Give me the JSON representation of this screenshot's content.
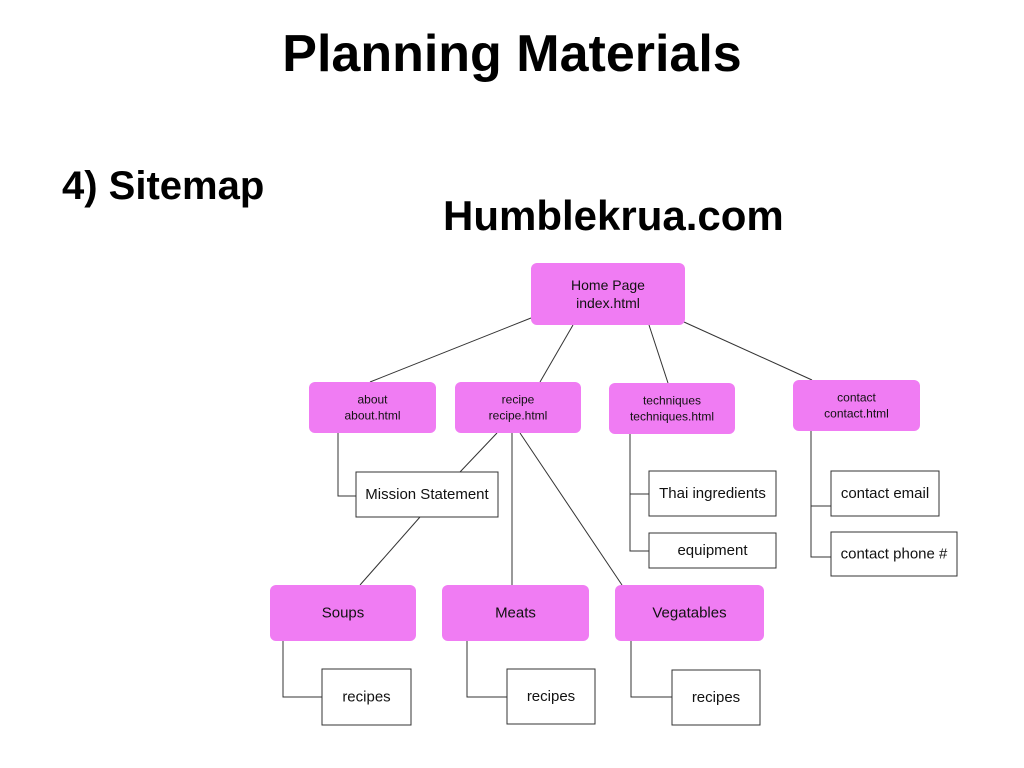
{
  "title": "Planning Materials",
  "subtitle": "4) Sitemap",
  "site_name": "Humblekrua.com",
  "colors": {
    "page_node_fill": "#f07cf3",
    "content_box_fill": "#ffffff",
    "content_box_stroke": "#333333",
    "connector": "#333333"
  },
  "nodes": {
    "home": [
      "Home Page",
      "index.html"
    ],
    "about": [
      "about",
      "about.html"
    ],
    "recipe": [
      "recipe",
      "recipe.html"
    ],
    "techniques": [
      "techniques",
      "techniques.html"
    ],
    "contact": [
      "contact",
      "contact.html"
    ],
    "mission": [
      "Mission Statement"
    ],
    "thai": [
      "Thai ingredients"
    ],
    "equipment": [
      "equipment"
    ],
    "contact_email": [
      "contact email"
    ],
    "contact_phone": [
      "contact phone #"
    ],
    "soups": [
      "Soups"
    ],
    "meats": [
      "Meats"
    ],
    "vegatables": [
      "Vegatables"
    ],
    "soups_recipes": [
      "recipes"
    ],
    "meats_recipes": [
      "recipes"
    ],
    "veg_recipes": [
      "recipes"
    ]
  }
}
